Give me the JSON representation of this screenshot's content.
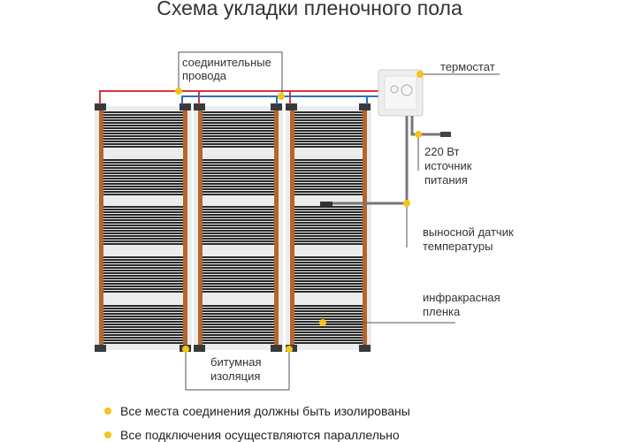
{
  "title": "Схема укладки пленочного пола",
  "labels": {
    "wires": [
      "соединительные",
      "провода"
    ],
    "thermostat": "термостат",
    "power": [
      "220 Вт",
      "источник",
      "питания"
    ],
    "sensor": [
      "выносной датчик",
      "температуры"
    ],
    "film": [
      "инфракрасная",
      "пленка"
    ],
    "insulation": [
      "битумная",
      "изоляция"
    ]
  },
  "notes": [
    "Все места соединения должны быть изолированы",
    "Все подключения осуществляются параллельно"
  ],
  "colors": {
    "accent": "#f5c518",
    "phase": "#d9353f",
    "neutral": "#2f6fb5",
    "strip": "#b8652a",
    "film": "#2b2b2b"
  }
}
